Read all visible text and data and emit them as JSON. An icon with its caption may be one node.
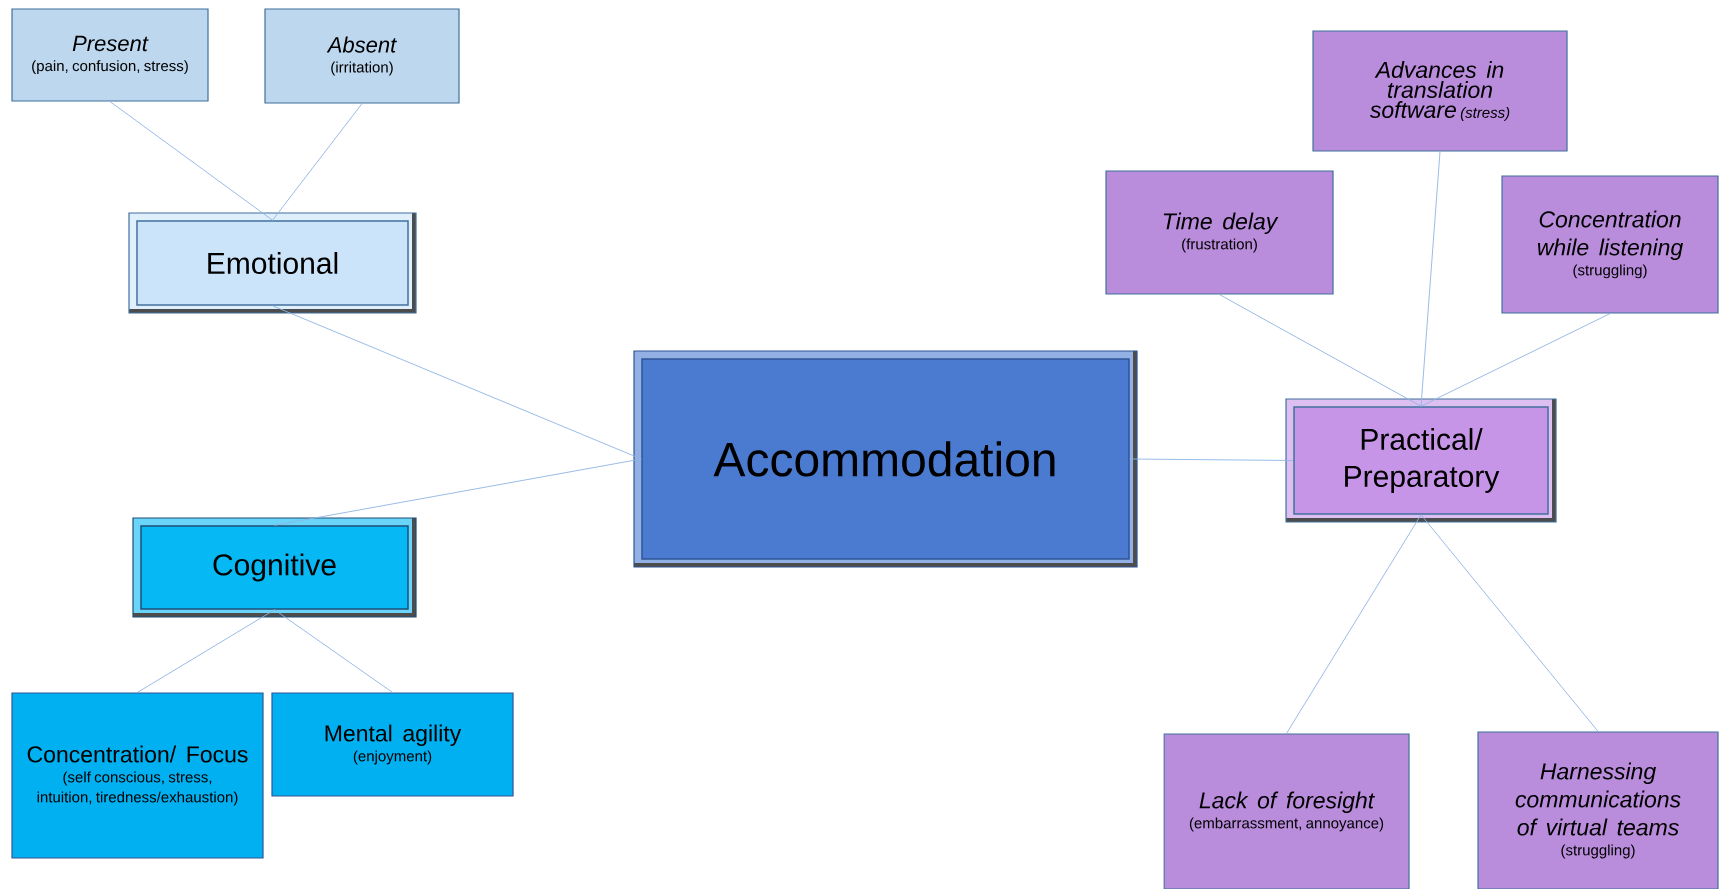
{
  "diagram": {
    "nodes": [
      {
        "text": [
          "Present",
          "(pain, confusion, stress)"
        ]
      },
      {
        "text": [
          "Absent",
          "(irritation)"
        ]
      },
      {
        "text": [
          "Emotional"
        ]
      },
      {
        "text": [
          "Accommodation"
        ]
      },
      {
        "text": [
          "Cognitive"
        ]
      },
      {
        "text": [
          "Concentration/ Focus",
          "(self conscious, stress, intuition, tiredness/exhaustion)"
        ]
      },
      {
        "text": [
          "Mental agility",
          "(enjoyment)"
        ]
      },
      {
        "text": [
          "Advances in translation software",
          "(stress)"
        ]
      },
      {
        "text": [
          "Time delay",
          "(frustration)"
        ]
      },
      {
        "text": [
          "Concentration while listening",
          "(struggling)"
        ]
      },
      {
        "text": [
          "Practical/ Preparatory"
        ]
      },
      {
        "text": [
          "Lack of foresight",
          "(embarrassment, annoyance)"
        ]
      },
      {
        "text": [
          "Harnessing communications of virtual teams",
          "(struggling)"
        ]
      }
    ],
    "edges": [
      {
        "from": 0,
        "to": 2,
        "arrow": "none"
      },
      {
        "from": 1,
        "to": 2,
        "arrow": "none"
      },
      {
        "from": 2,
        "to": 3,
        "arrow": "none"
      },
      {
        "from": 4,
        "to": 3,
        "arrow": "none"
      },
      {
        "from": 4,
        "to": 5,
        "arrow": "none"
      },
      {
        "from": 4,
        "to": 6,
        "arrow": "none"
      },
      {
        "from": 3,
        "to": 10,
        "arrow": "none"
      },
      {
        "from": 8,
        "to": 10,
        "arrow": "none"
      },
      {
        "from": 7,
        "to": 10,
        "arrow": "none"
      },
      {
        "from": 9,
        "to": 10,
        "arrow": "none"
      },
      {
        "from": 10,
        "to": 11,
        "arrow": "none"
      },
      {
        "from": 10,
        "to": 12,
        "arrow": "none"
      }
    ]
  }
}
